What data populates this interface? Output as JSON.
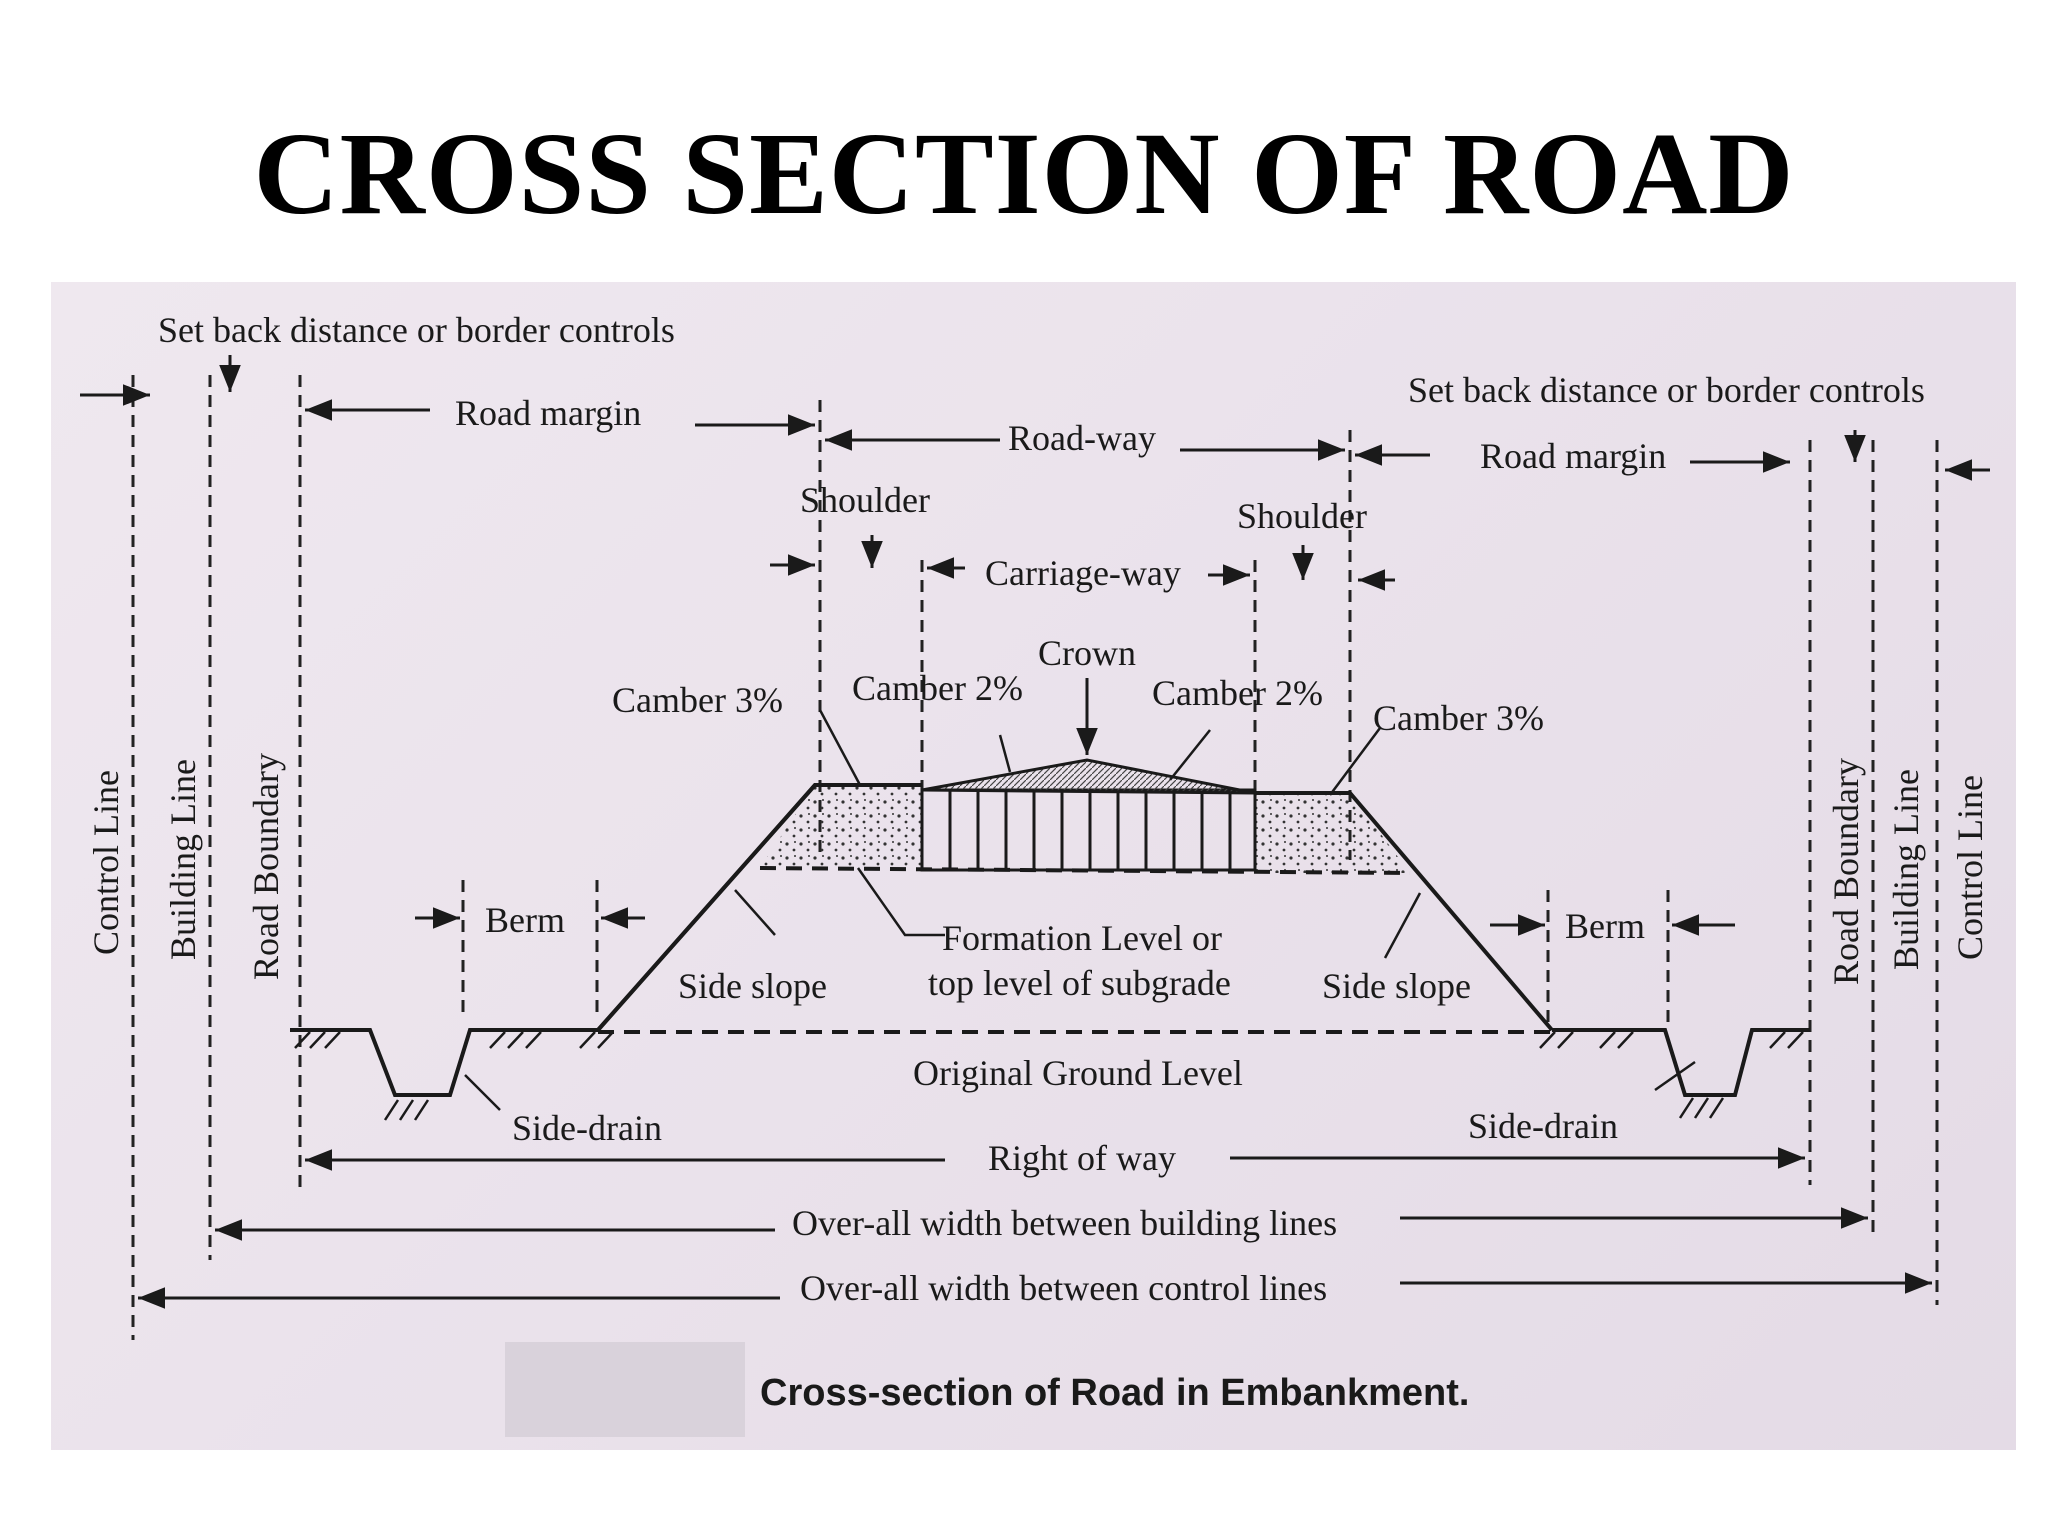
{
  "title": "CROSS SECTION OF ROAD",
  "diagram": {
    "top_labels": {
      "setback_left": "Set back distance or border controls",
      "setback_right": "Set back distance or border controls",
      "road_margin_left": "Road margin",
      "road_way": "Road-way",
      "road_margin_right": "Road margin",
      "shoulder_left": "Shoulder",
      "shoulder_right": "Shoulder",
      "carriage_way": "Carriage-way",
      "crown": "Crown"
    },
    "cambers": {
      "outer_left": "Camber 3%",
      "inner_left": "Camber 2%",
      "inner_right": "Camber 2%",
      "outer_right": "Camber 3%"
    },
    "vertical_lines": {
      "control_line": "Control Line",
      "building_line": "Building Line",
      "road_boundary": "Road Boundary"
    },
    "mid_labels": {
      "berm_left": "Berm",
      "berm_right": "Berm",
      "side_slope_left": "Side slope",
      "side_slope_right": "Side slope",
      "formation_level_1": "Formation Level or",
      "formation_level_2": "top level of subgrade",
      "original_ground_level": "Original Ground Level",
      "side_drain_left": "Side-drain",
      "side_drain_right": "Side-drain"
    },
    "widths": {
      "right_of_way": "Right of way",
      "building_lines": "Over-all width between building lines",
      "control_lines": "Over-all width between control lines"
    },
    "caption": "Cross-section of Road in Embankment."
  }
}
